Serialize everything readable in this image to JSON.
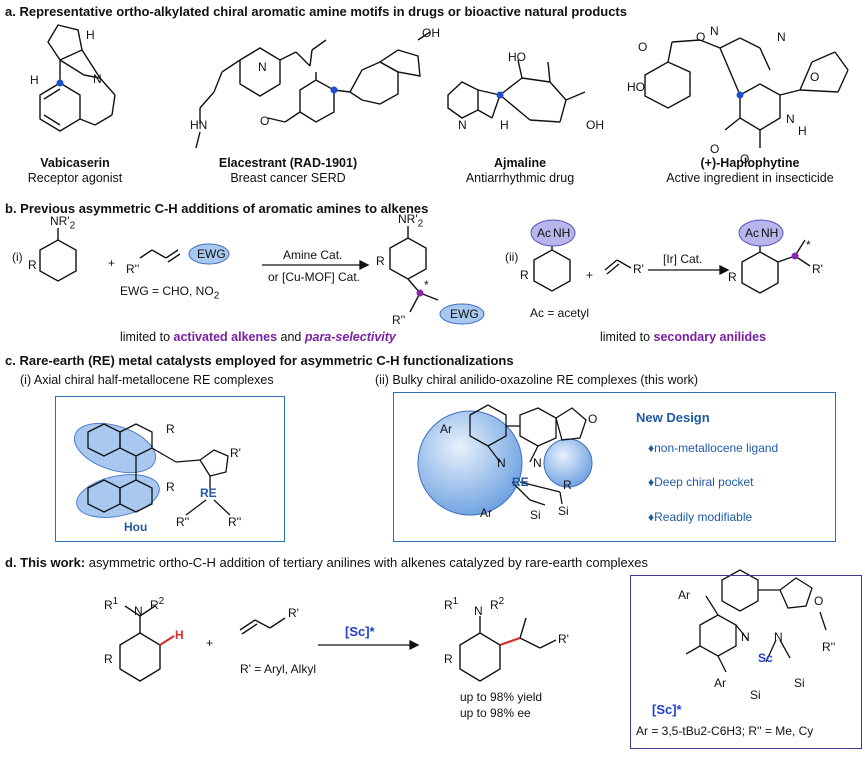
{
  "section_a": {
    "heading": "a. Representative ortho-alkylated chiral aromatic amine motifs in drugs or bioactive natural products",
    "compounds": [
      {
        "name": "Vabicaserin",
        "desc": "Receptor agonist"
      },
      {
        "name": "Elacestrant (RAD-1901)",
        "desc": "Breast cancer SERD"
      },
      {
        "name": "Ajmaline",
        "desc": "Antiarrhythmic drug"
      },
      {
        "name": "(+)-Haplophytine",
        "desc": "Active ingredient in insecticide"
      }
    ],
    "atom_labels": [
      "H",
      "H",
      "N",
      "N",
      "N",
      "HN",
      "O",
      "OH",
      "HO",
      "N",
      "H",
      "OH",
      "O",
      "O",
      "N",
      "HO",
      "N",
      "O",
      "O",
      "O",
      "N",
      "H"
    ]
  },
  "section_b": {
    "heading": "b. Previous asymmetric C-H additions of aromatic amines to alkenes",
    "i_label": "(i)",
    "ii_label": "(ii)",
    "arrow1_top": "Amine Cat.",
    "arrow1_bottom": "or [Cu-MOF] Cat.",
    "ewg_def": "EWG = CHO, NO",
    "ewg_sub": "2",
    "ewg": "EWG",
    "r_double": "R''",
    "nr2": "NR'",
    "nr2_sub": "2",
    "r": "R",
    "ac": "Ac",
    "nh": "NH",
    "ac_def": "Ac = acetyl",
    "r_prime": "R'",
    "arrow2_top": "[Ir] Cat.",
    "plus": "+",
    "limit1_pre": "limited to ",
    "limit1_em1": "activated alkenes",
    "limit1_mid": " and ",
    "limit1_em2": "para-selectivity",
    "limit2_pre": "limited to ",
    "limit2_em": "secondary anilides",
    "star": "*"
  },
  "section_c": {
    "heading": "c. Rare-earth (RE) metal catalysts employed for asymmetric C-H functionalizations",
    "i_title": "(i) Axial chiral half-metallocene RE complexes",
    "ii_title": "(ii) Bulky chiral anilido-oxazoline RE complexes (this work)",
    "hou": "Hou",
    "re": "RE",
    "r": "R",
    "r_prime": "R'",
    "r_dbl": "R''",
    "ar": "Ar",
    "n": "N",
    "o": "O",
    "si": "Si",
    "new_design": "New Design",
    "bullets": [
      "non-metallocene ligand",
      "Deep chiral pocket",
      "Readily modifiable"
    ]
  },
  "section_d": {
    "heading_bold": "d. This work:",
    "heading_rest": " asymmetric ortho-C-H addition of tertiary anilines with alkenes catalyzed by rare-earth complexes",
    "r1": "R",
    "r1_sup": "1",
    "r2": "R",
    "r2_sup": "2",
    "n": "N",
    "h": "H",
    "r": "R",
    "r_prime": "R'",
    "r_def": "R' = Aryl, Alkyl",
    "catalyst": "[Sc]*",
    "plus": "+",
    "yield": "up to 98% yield",
    "ee": "up to 98% ee",
    "sc": "Sc",
    "ar": "Ar",
    "si": "Si",
    "o": "O",
    "r_dbl": "R''",
    "ar_def": "Ar = 3,5-tBu2-C6H3; R'' = Me, Cy"
  },
  "colors": {
    "box_border": "#2f6fb8",
    "ellipse_fill": "#a9c8f0",
    "purple": "#7b1fa2",
    "blue_text": "#1f5aa6",
    "red_bond": "#d32f2f",
    "chiral_dot_blue": "#1f4fd0",
    "chiral_dot_purple": "#8e24aa",
    "sc_box_border": "#3b3b8f"
  }
}
